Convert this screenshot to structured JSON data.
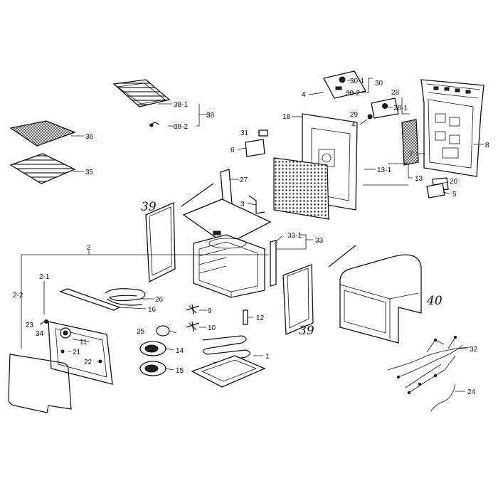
{
  "labels": {
    "l1": "1",
    "l2": "2",
    "l2_1": "2-1",
    "l2_2": "2-2",
    "l3": "3",
    "l4a": "4",
    "l4b": "4",
    "l5": "5",
    "l6": "6",
    "l7": "7",
    "l8": "8",
    "l9": "9",
    "l10": "10",
    "l11": "11",
    "l12": "12",
    "l13": "13",
    "l13_1": "13-1",
    "l14": "14",
    "l15": "15",
    "l16": "16",
    "l18": "18",
    "l20": "20",
    "l21": "21",
    "l22": "22",
    "l23": "23",
    "l24": "24",
    "l25": "25",
    "l26": "26",
    "l27": "27",
    "l28": "28",
    "l28_1": "28-1",
    "l29": "29",
    "l30": "30",
    "l30_1": "30-1",
    "l30_2": "30-2",
    "l31": "31",
    "l32": "32",
    "l33": "33",
    "l33_1": "33-1",
    "l34": "34",
    "l35": "35",
    "l36": "36",
    "l38": "38",
    "l38_1": "38-1",
    "l38_2": "38-2"
  },
  "handwritten": {
    "h39a": "39",
    "h39b": "39",
    "h40": "40"
  }
}
